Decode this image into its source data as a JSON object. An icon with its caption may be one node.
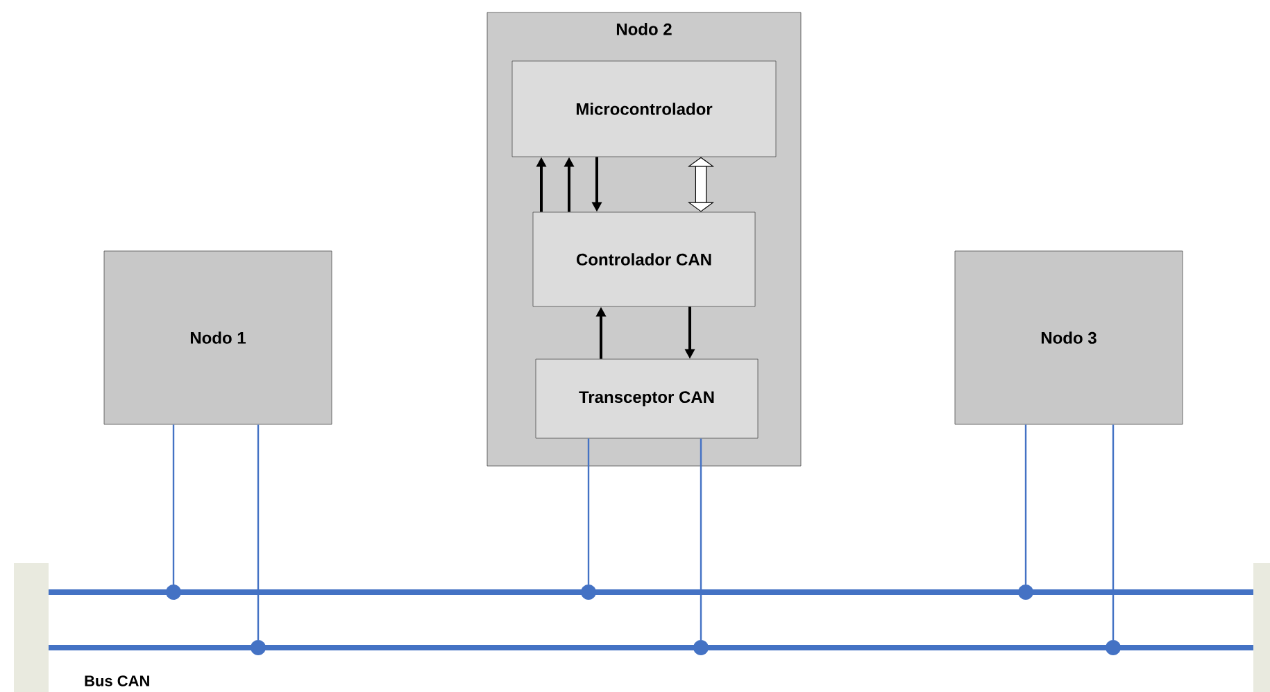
{
  "diagram": {
    "nodes": [
      {
        "text": [
          "Nodo 1"
        ]
      },
      {
        "text": [
          "Nodo 2"
        ]
      },
      {
        "text": [
          "Microcontrolador"
        ],
        "in": 1
      },
      {
        "text": [
          "Controlador CAN"
        ],
        "in": 1
      },
      {
        "text": [
          "Transceptor CAN"
        ],
        "in": 1
      },
      {
        "text": [
          "Nodo 3"
        ]
      },
      {
        "text": [],
        "shape": "bar"
      },
      {
        "text": [],
        "shape": "bar"
      },
      {
        "text": [],
        "shape": "box"
      },
      {
        "text": [],
        "shape": "box"
      }
    ],
    "edges": [
      {
        "from": 3,
        "to": 2,
        "arrow": "to"
      },
      {
        "from": 3,
        "to": 2,
        "arrow": "to"
      },
      {
        "from": 2,
        "to": 3,
        "arrow": "to"
      },
      {
        "from": 2,
        "to": 3,
        "arrow": "both",
        "style": "thick"
      },
      {
        "from": 4,
        "to": 3,
        "arrow": "to"
      },
      {
        "from": 3,
        "to": 4,
        "arrow": "to"
      },
      {
        "from": 0,
        "to": 6,
        "arrow": "other",
        "color": "#4472c4"
      },
      {
        "from": 0,
        "to": 7,
        "arrow": "other",
        "color": "#4472c4"
      },
      {
        "from": 4,
        "to": 6,
        "arrow": "other",
        "color": "#4472c4"
      },
      {
        "from": 4,
        "to": 7,
        "arrow": "other",
        "color": "#4472c4"
      },
      {
        "from": 5,
        "to": 6,
        "arrow": "other",
        "color": "#4472c4"
      },
      {
        "from": 5,
        "to": 7,
        "arrow": "other",
        "color": "#4472c4"
      }
    ],
    "labels": [
      "Bus CAN"
    ]
  }
}
